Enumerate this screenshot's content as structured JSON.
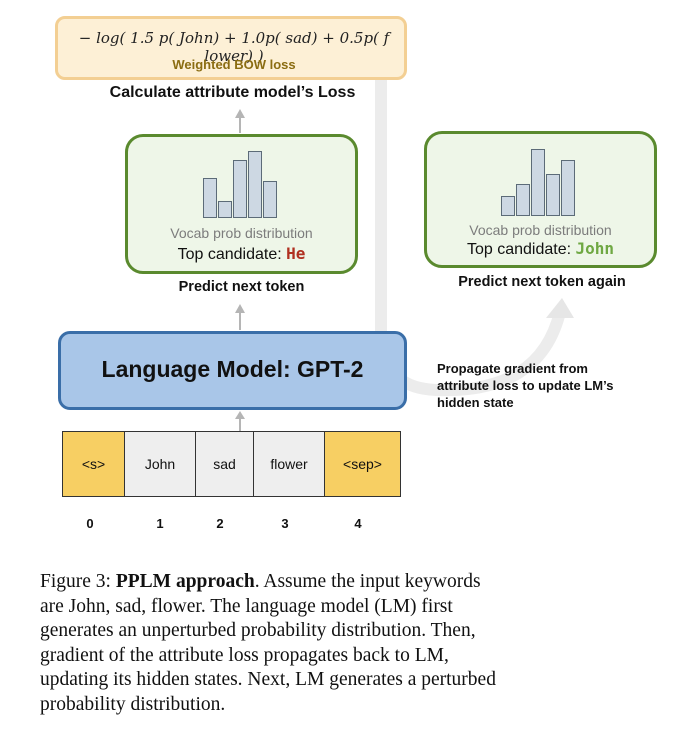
{
  "loss": {
    "formula": "− log( 1.5 p( John) + 1.0p( sad) + 0.5p( f lower) )",
    "label": "Weighted BOW loss"
  },
  "calc_label": "Calculate attribute model’s Loss",
  "left_dist": {
    "vocab_label": "Vocab prob distribution",
    "candidate_prefix": "Top candidate: ",
    "candidate": "He",
    "caption": "Predict next token"
  },
  "right_dist": {
    "vocab_label": "Vocab prob distribution",
    "candidate_prefix": "Top candidate: ",
    "candidate": "John",
    "caption": "Predict next token again"
  },
  "lm": {
    "title": "Language Model: GPT-2"
  },
  "propagate_text": "Propagate gradient from attribute loss to update LM’s hidden state",
  "tokens": [
    {
      "text": "<s>",
      "index": "0"
    },
    {
      "text": "John",
      "index": "1"
    },
    {
      "text": "sad",
      "index": "2"
    },
    {
      "text": "flower",
      "index": "3"
    },
    {
      "text": "<sep>",
      "index": "4"
    }
  ],
  "caption": {
    "figure_label": "Figure 3: ",
    "title": "PPLM approach",
    "body": ".  Assume the input keywords are John, sad, flower.  The language model (LM) first generates an unperturbed probability distribution. Then, gradient of the attribute loss propagates back to LM, updating its hidden states. Next, LM generates a perturbed probability distribution."
  },
  "colors": {
    "loss_fill": "#fdf0d6",
    "loss_border": "#f3cf93",
    "prob_fill": "#eef6e8",
    "prob_border": "#5a8a2e",
    "lm_fill": "#a9c6e8",
    "lm_border": "#3a6ea8",
    "special_token": "#f7cf63",
    "plain_token": "#eeeeee",
    "candidate_he": "#b03020",
    "candidate_john": "#6fa843"
  }
}
